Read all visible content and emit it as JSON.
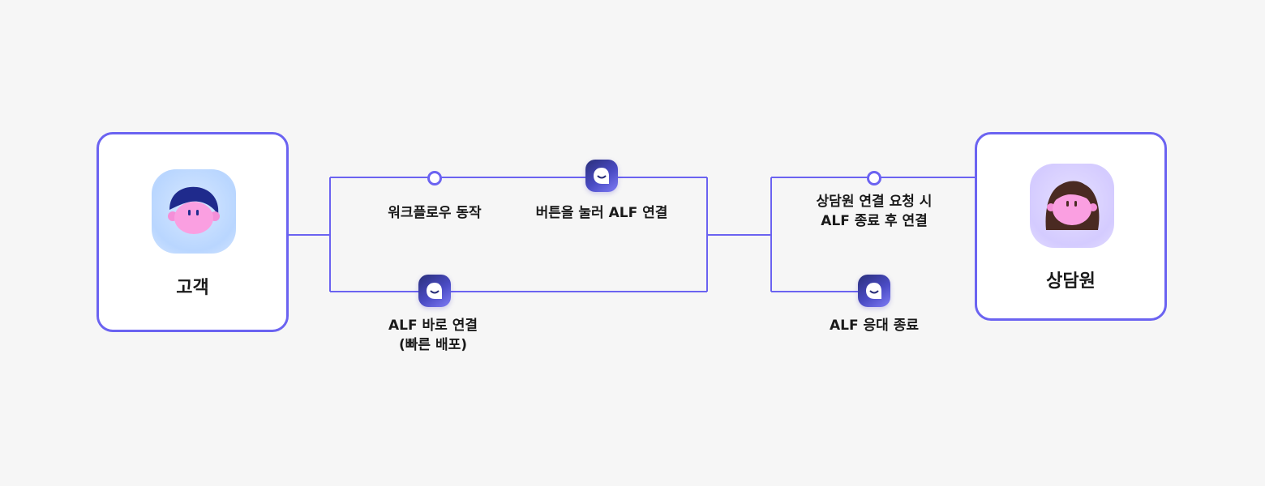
{
  "colors": {
    "line": "#6b63f1",
    "background": "#f6f6f6",
    "card": "#ffffff"
  },
  "customer": {
    "label": "고객",
    "icon": "customer-avatar-icon"
  },
  "agent": {
    "label": "상담원",
    "icon": "agent-avatar-icon"
  },
  "labels": {
    "workflow": "워크플로우 동작",
    "button_connect": "버튼을 눌러 ALF 연결",
    "direct_connect_line1": "ALF 바로 연결",
    "direct_connect_line2": "(빠른 배포)",
    "agent_request_line1": "상담원 연결 요청 시",
    "agent_request_line2": "ALF 종료 후 연결",
    "alf_end": "ALF 응대 종료"
  },
  "icons": {
    "alf": "alf-chat-icon",
    "node": "node-dot"
  }
}
